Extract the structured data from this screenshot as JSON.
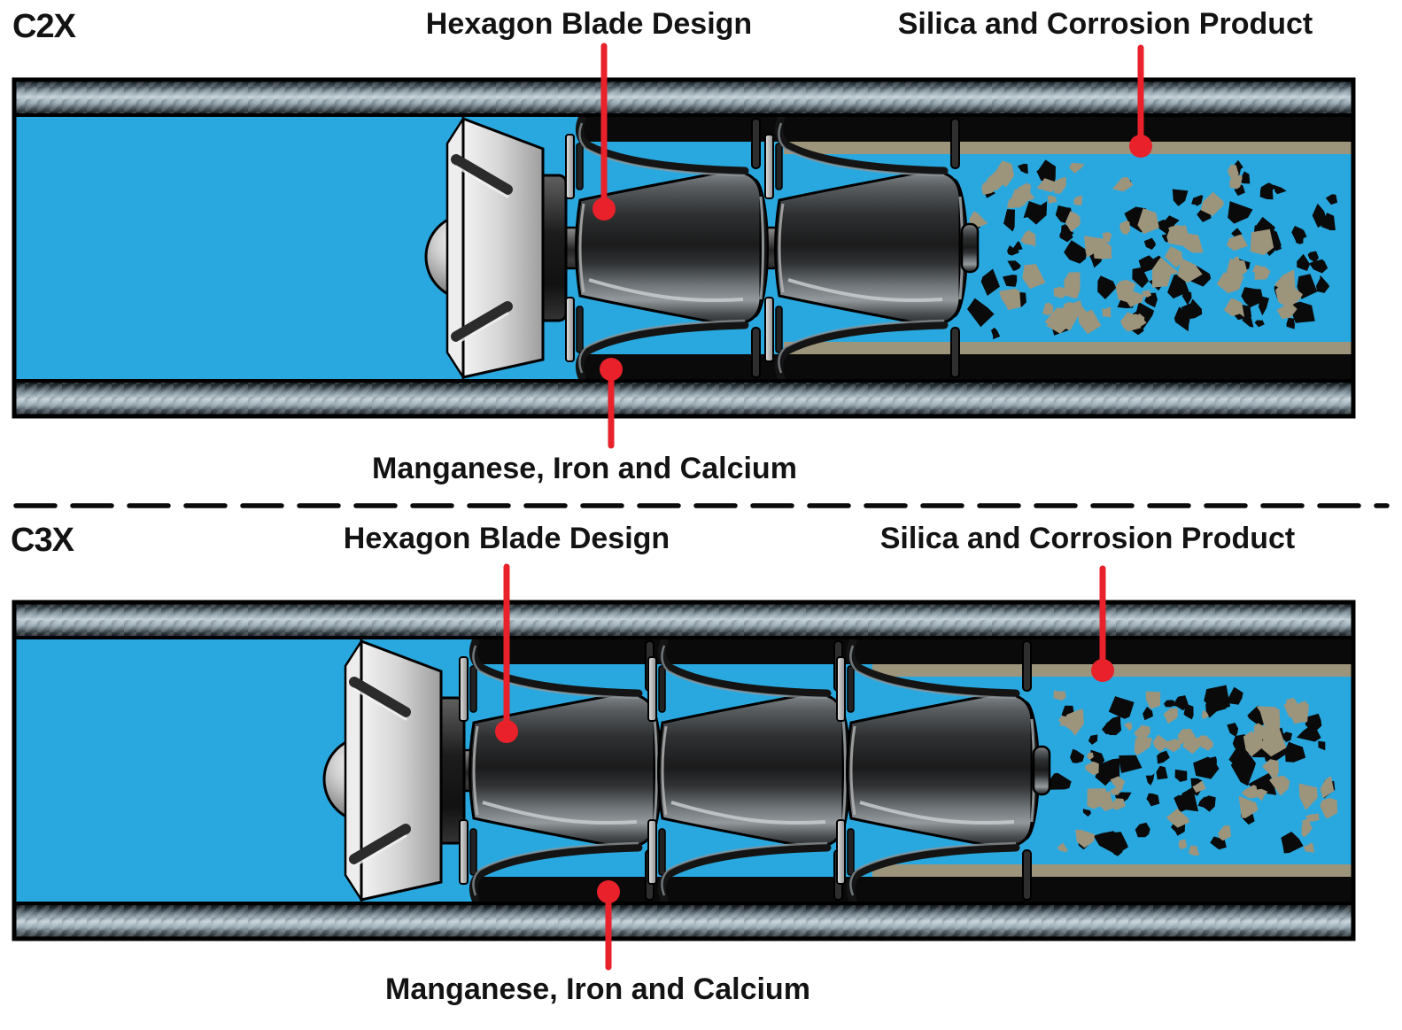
{
  "sections": [
    {
      "id": "C2X",
      "labels": {
        "hexagon_blade": "Hexagon Blade Design",
        "silica_corrosion": "Silica and Corrosion Product",
        "manganese_iron_calcium": "Manganese, Iron and Calcium"
      }
    },
    {
      "id": "C3X",
      "labels": {
        "hexagon_blade": "Hexagon Blade Design",
        "silica_corrosion": "Silica and Corrosion Product",
        "manganese_iron_calcium": "Manganese, Iron and Calcium"
      }
    }
  ],
  "colors": {
    "water": "#29A8DF",
    "silica_layer": "#9D947C",
    "deposit_layer": "#0A0A0A",
    "leader_line": "#E8212B",
    "ink": "#131313",
    "pipe_steel_light": "#C2CFD6",
    "pipe_steel_dark": "#1A2126"
  }
}
